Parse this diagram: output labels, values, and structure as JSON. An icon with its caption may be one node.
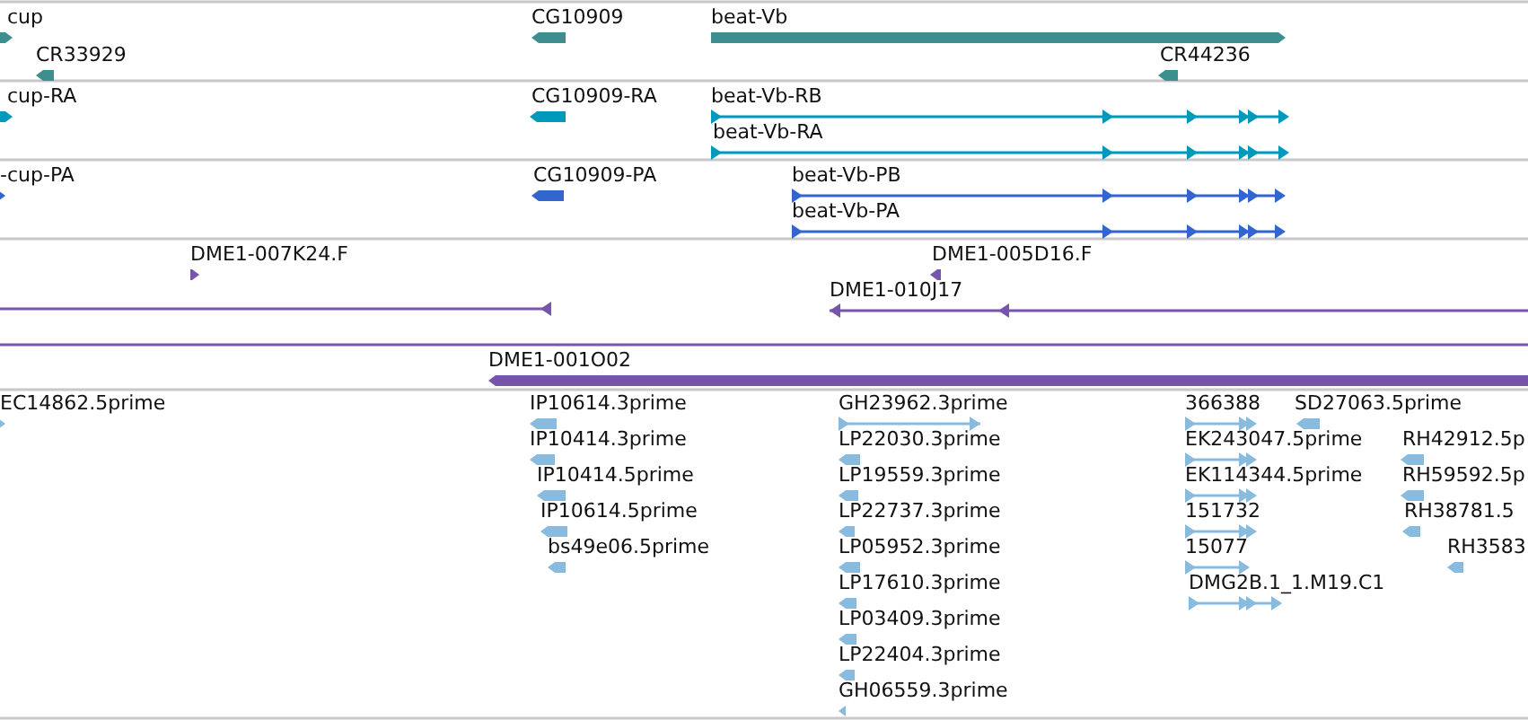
{
  "diagram": {
    "labels": [
      "cup",
      "CG10909",
      "beat-Vb",
      "CR33929",
      "CR44236",
      "cup-RA",
      "CG10909-RA",
      "beat-Vb-RB",
      "beat-Vb-RA",
      "-cup-PA",
      "CG10909-PA",
      "beat-Vb-PB",
      "beat-Vb-PA",
      "DME1-007K24.F",
      "DME1-005D16.F",
      "DME1-010J17",
      "DME1-001O02",
      "EC14862.5prime",
      "IP10614.3prime",
      "GH23962.3prime",
      "366388",
      "SD27063.5prime",
      "IP10414.3prime",
      "LP22030.3prime",
      "EK243047.5prime",
      "RH42912.5p",
      "IP10414.5prime",
      "LP19559.3prime",
      "EK114344.5prime",
      "RH59592.5p",
      "IP10614.5prime",
      "LP22737.3prime",
      "151732",
      "RH38781.5",
      "bs49e06.5prime",
      "LP05952.3prime",
      "15077",
      "RH3583",
      "LP17610.3prime",
      "DMG2B.1_1.M19.C1",
      "LP03409.3prime",
      "LP22404.3prime",
      "GH06559.3prime"
    ]
  }
}
